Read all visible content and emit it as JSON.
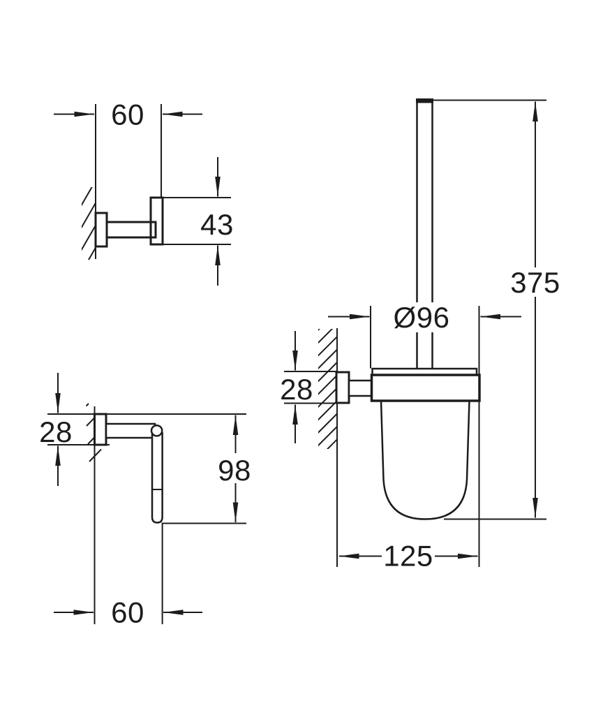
{
  "drawing": {
    "background_color": "#ffffff",
    "ink_color": "#1c1c1c",
    "views": {
      "hook": {
        "width": "60",
        "height": "43"
      },
      "paper_holder": {
        "depth": "28",
        "height": "98",
        "width": "60"
      },
      "brush_set": {
        "cup_diameter": "Ø96",
        "depth": "28",
        "height": "375",
        "width": "125"
      }
    }
  }
}
